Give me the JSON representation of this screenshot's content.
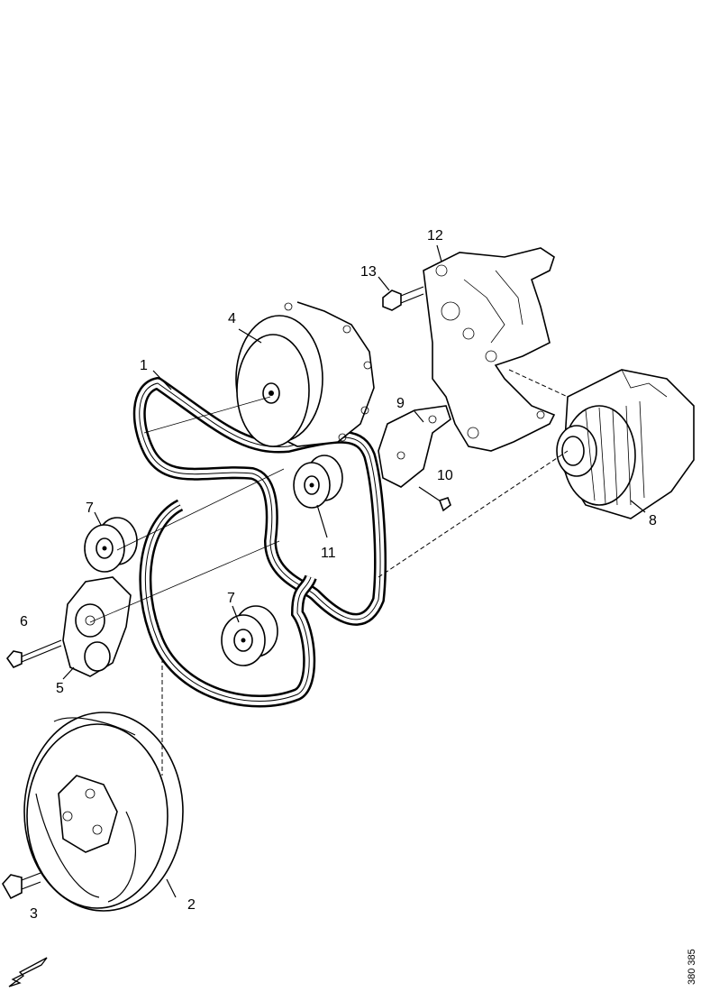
{
  "labels": {
    "l1": "1",
    "l2": "2",
    "l3": "3",
    "l4": "4",
    "l5": "5",
    "l6": "6",
    "l7a": "7",
    "l7b": "7",
    "l8": "8",
    "l9": "9",
    "l10": "10",
    "l11": "11",
    "l12": "12",
    "l13": "13"
  },
  "reference": "380 385",
  "icons": {
    "direction": "arrow-icon"
  }
}
